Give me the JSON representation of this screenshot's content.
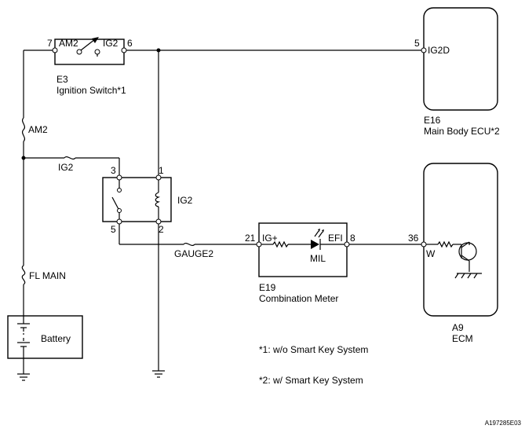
{
  "ignition_switch": {
    "ref": "E3",
    "name": "Ignition Switch*1",
    "terminal_am2": "AM2",
    "terminal_ig2": "IG2",
    "pin_left": "7",
    "pin_right": "6"
  },
  "main_body_ecu": {
    "ref": "E16",
    "name": "Main Body ECU*2",
    "terminal": "IG2D",
    "pin": "5"
  },
  "fuses": {
    "am2": "AM2",
    "ig2": "IG2",
    "gauge2": "GAUGE2",
    "fl_main": "FL MAIN"
  },
  "ig2_relay": {
    "name": "IG2",
    "pin_top_left": "3",
    "pin_top_right": "1",
    "pin_bottom_left": "5",
    "pin_bottom_right": "2"
  },
  "combination_meter": {
    "ref": "E19",
    "name": "Combination Meter",
    "terminal_in": "IG+",
    "terminal_out": "EFI",
    "lamp": "MIL",
    "pin_in": "21",
    "pin_out": "8"
  },
  "ecm": {
    "ref": "A9",
    "name": "ECM",
    "terminal": "W",
    "pin": "36"
  },
  "battery": {
    "label": "Battery"
  },
  "notes": [
    "*1: w/o Smart Key System",
    "*2: w/ Smart Key System"
  ],
  "figure_code": "A197285E03"
}
